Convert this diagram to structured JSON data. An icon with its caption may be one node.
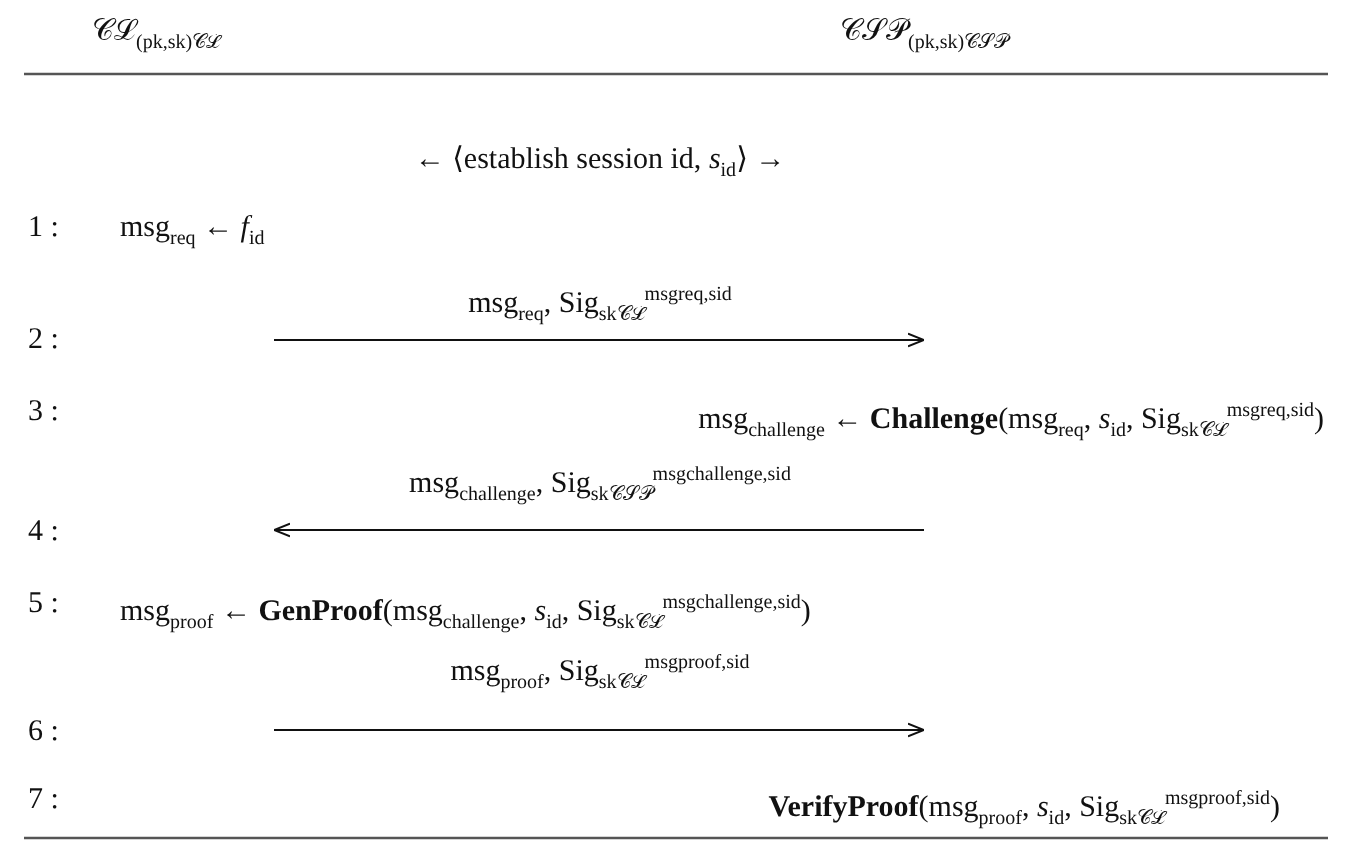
{
  "diagram": {
    "nodes": [
      {
        "text": [
          "𝒞ℒ$_{(pk,sk)𝒞ℒ}$"
        ]
      },
      {
        "text": [
          "𝒞𝒮𝒫$_{(pk,sk)𝒞𝒮𝒫}$"
        ]
      }
    ],
    "labels": [
      "← ⟨establish session id, *s*$_{id}$⟩ →",
      "1 :",
      "msg$_{req}$ ← *f*$_{id}$",
      "msg$_{req}$, Sig$_{sk𝒞ℒ}$$^{msgreq,sid}$",
      "2 :",
      "3 :",
      "msg$_{challenge}$ ← **Challenge**(msg$_{req}$, *s*$_{id}$, Sig$_{sk𝒞ℒ}$$^{msgreq,sid}$)",
      "msg$_{challenge}$, Sig$_{sk𝒞𝒮𝒫}$$^{msgchallenge,sid}$",
      "4 :",
      "5 :",
      "msg$_{proof}$ ← **GenProof**(msg$_{challenge}$, *s*$_{id}$, Sig$_{sk𝒞ℒ}$$^{msgchallenge,sid}$)",
      "msg$_{proof}$, Sig$_{sk𝒞ℒ}$$^{msgproof,sid}$",
      "6 :",
      "7 :",
      "**VerifyProof**(msg$_{proof}$, *s*$_{id}$, Sig$_{sk𝒞ℒ}$$^{msgproof,sid}$)"
    ]
  }
}
